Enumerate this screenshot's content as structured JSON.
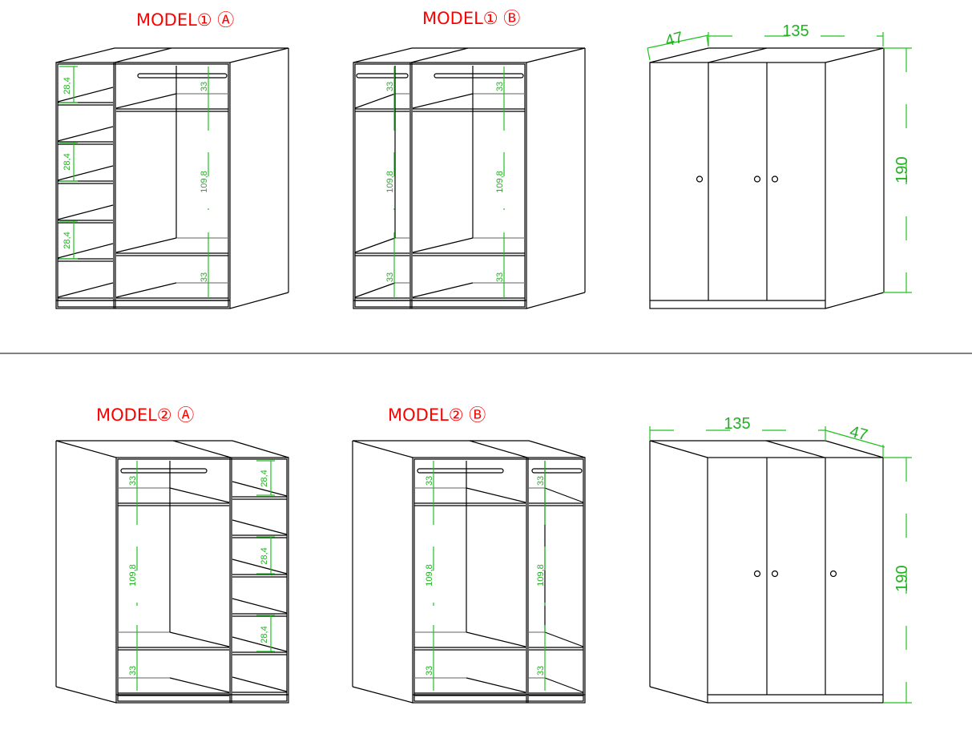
{
  "colors": {
    "title": "#ff0000",
    "dimension": "#22c022",
    "outline": "#000000"
  },
  "views": [
    {
      "title": "MODEL① Ⓐ",
      "labels": [
        "28,4",
        "28,4",
        "28,4",
        "33",
        "109,8",
        "33"
      ]
    },
    {
      "title": "MODEL① Ⓑ",
      "labels": [
        "33",
        "109,8",
        "33",
        "33",
        "109,8",
        "33"
      ]
    },
    {
      "title": "",
      "labels": [
        "47",
        "135",
        "190"
      ]
    },
    {
      "title": "MODEL② Ⓐ",
      "labels": [
        "33",
        "109,8",
        "33",
        "28,4",
        "28,4",
        "28,4"
      ]
    },
    {
      "title": "MODEL② Ⓑ",
      "labels": [
        "33",
        "109,8",
        "33",
        "33",
        "109,8",
        "33"
      ]
    },
    {
      "title": "",
      "labels": [
        "135",
        "47",
        "190"
      ]
    }
  ]
}
